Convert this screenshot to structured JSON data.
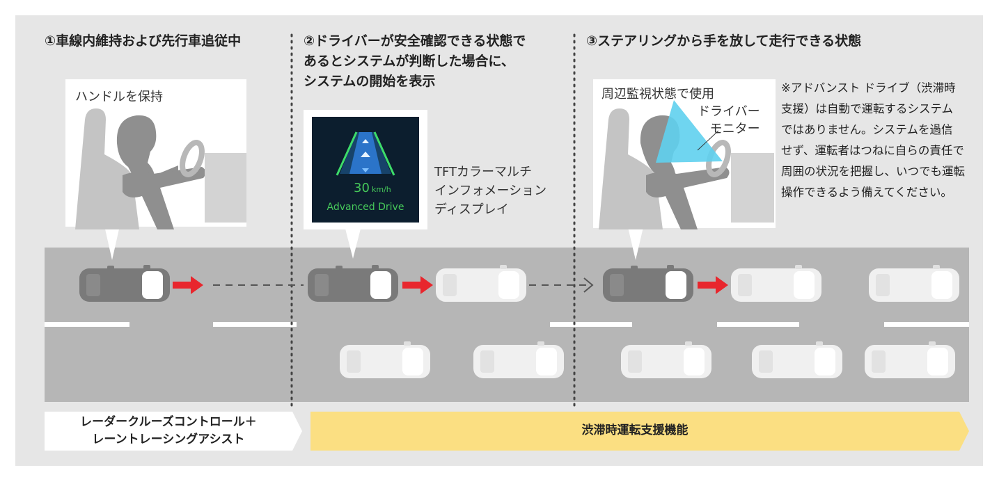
{
  "steps": [
    {
      "title_lines": [
        "①車線内維持および先行車追従中"
      ],
      "bubble_label": "ハンドルを保持"
    },
    {
      "title_lines": [
        "②ドライバーが安全確認できる状態で",
        "あるとシステムが判断した場合に、",
        "システムの開始を表示"
      ]
    },
    {
      "title_lines": [
        "③ステアリングから手を放して走行できる状態"
      ],
      "bubble_label": "周辺監視状態で使用",
      "monitor_label_lines": [
        "ドライバー",
        "モニター"
      ]
    }
  ],
  "display": {
    "speed": "30",
    "speed_unit": "km/h",
    "mode": "Advanced Drive",
    "caption_lines": [
      "TFTカラーマルチ",
      "インフォメーション",
      "ディスプレイ"
    ]
  },
  "note_lines": [
    "※アドバンスト ドライブ（渋滞時",
    "支援）は自動で運転するシステム",
    "ではありません。システムを過信",
    "せず、運転者はつねに自らの責任で",
    "周囲の状況を把握し、いつでも運転",
    "操作できるよう備えてください。"
  ],
  "phases": [
    {
      "label_lines": [
        "レーダークルーズコントロール＋",
        "レーントレーシングアシスト"
      ]
    },
    {
      "label_lines": [
        "渋滞時運転支援機能"
      ]
    }
  ],
  "colors": {
    "background": "#e6e6e6",
    "road": "#b6b6b6",
    "lane_marking": "#ffffff",
    "ego_car": "#7a7a7a",
    "other_car": "#f0f0f0",
    "arrow": "#e8262d",
    "person_silhouette": "#8f8f8f",
    "seat": "#c4c4c4",
    "monitor_cone": "#5fd0ee",
    "phase_yellow": "#fbdf82",
    "display_text": "#46c95a"
  },
  "icons": [
    "driver-hands-on-icon",
    "driver-hands-off-icon",
    "driver-monitor-cone",
    "ego-car-icon",
    "other-car-icon",
    "red-arrow-icon",
    "advanced-drive-display-icon"
  ]
}
